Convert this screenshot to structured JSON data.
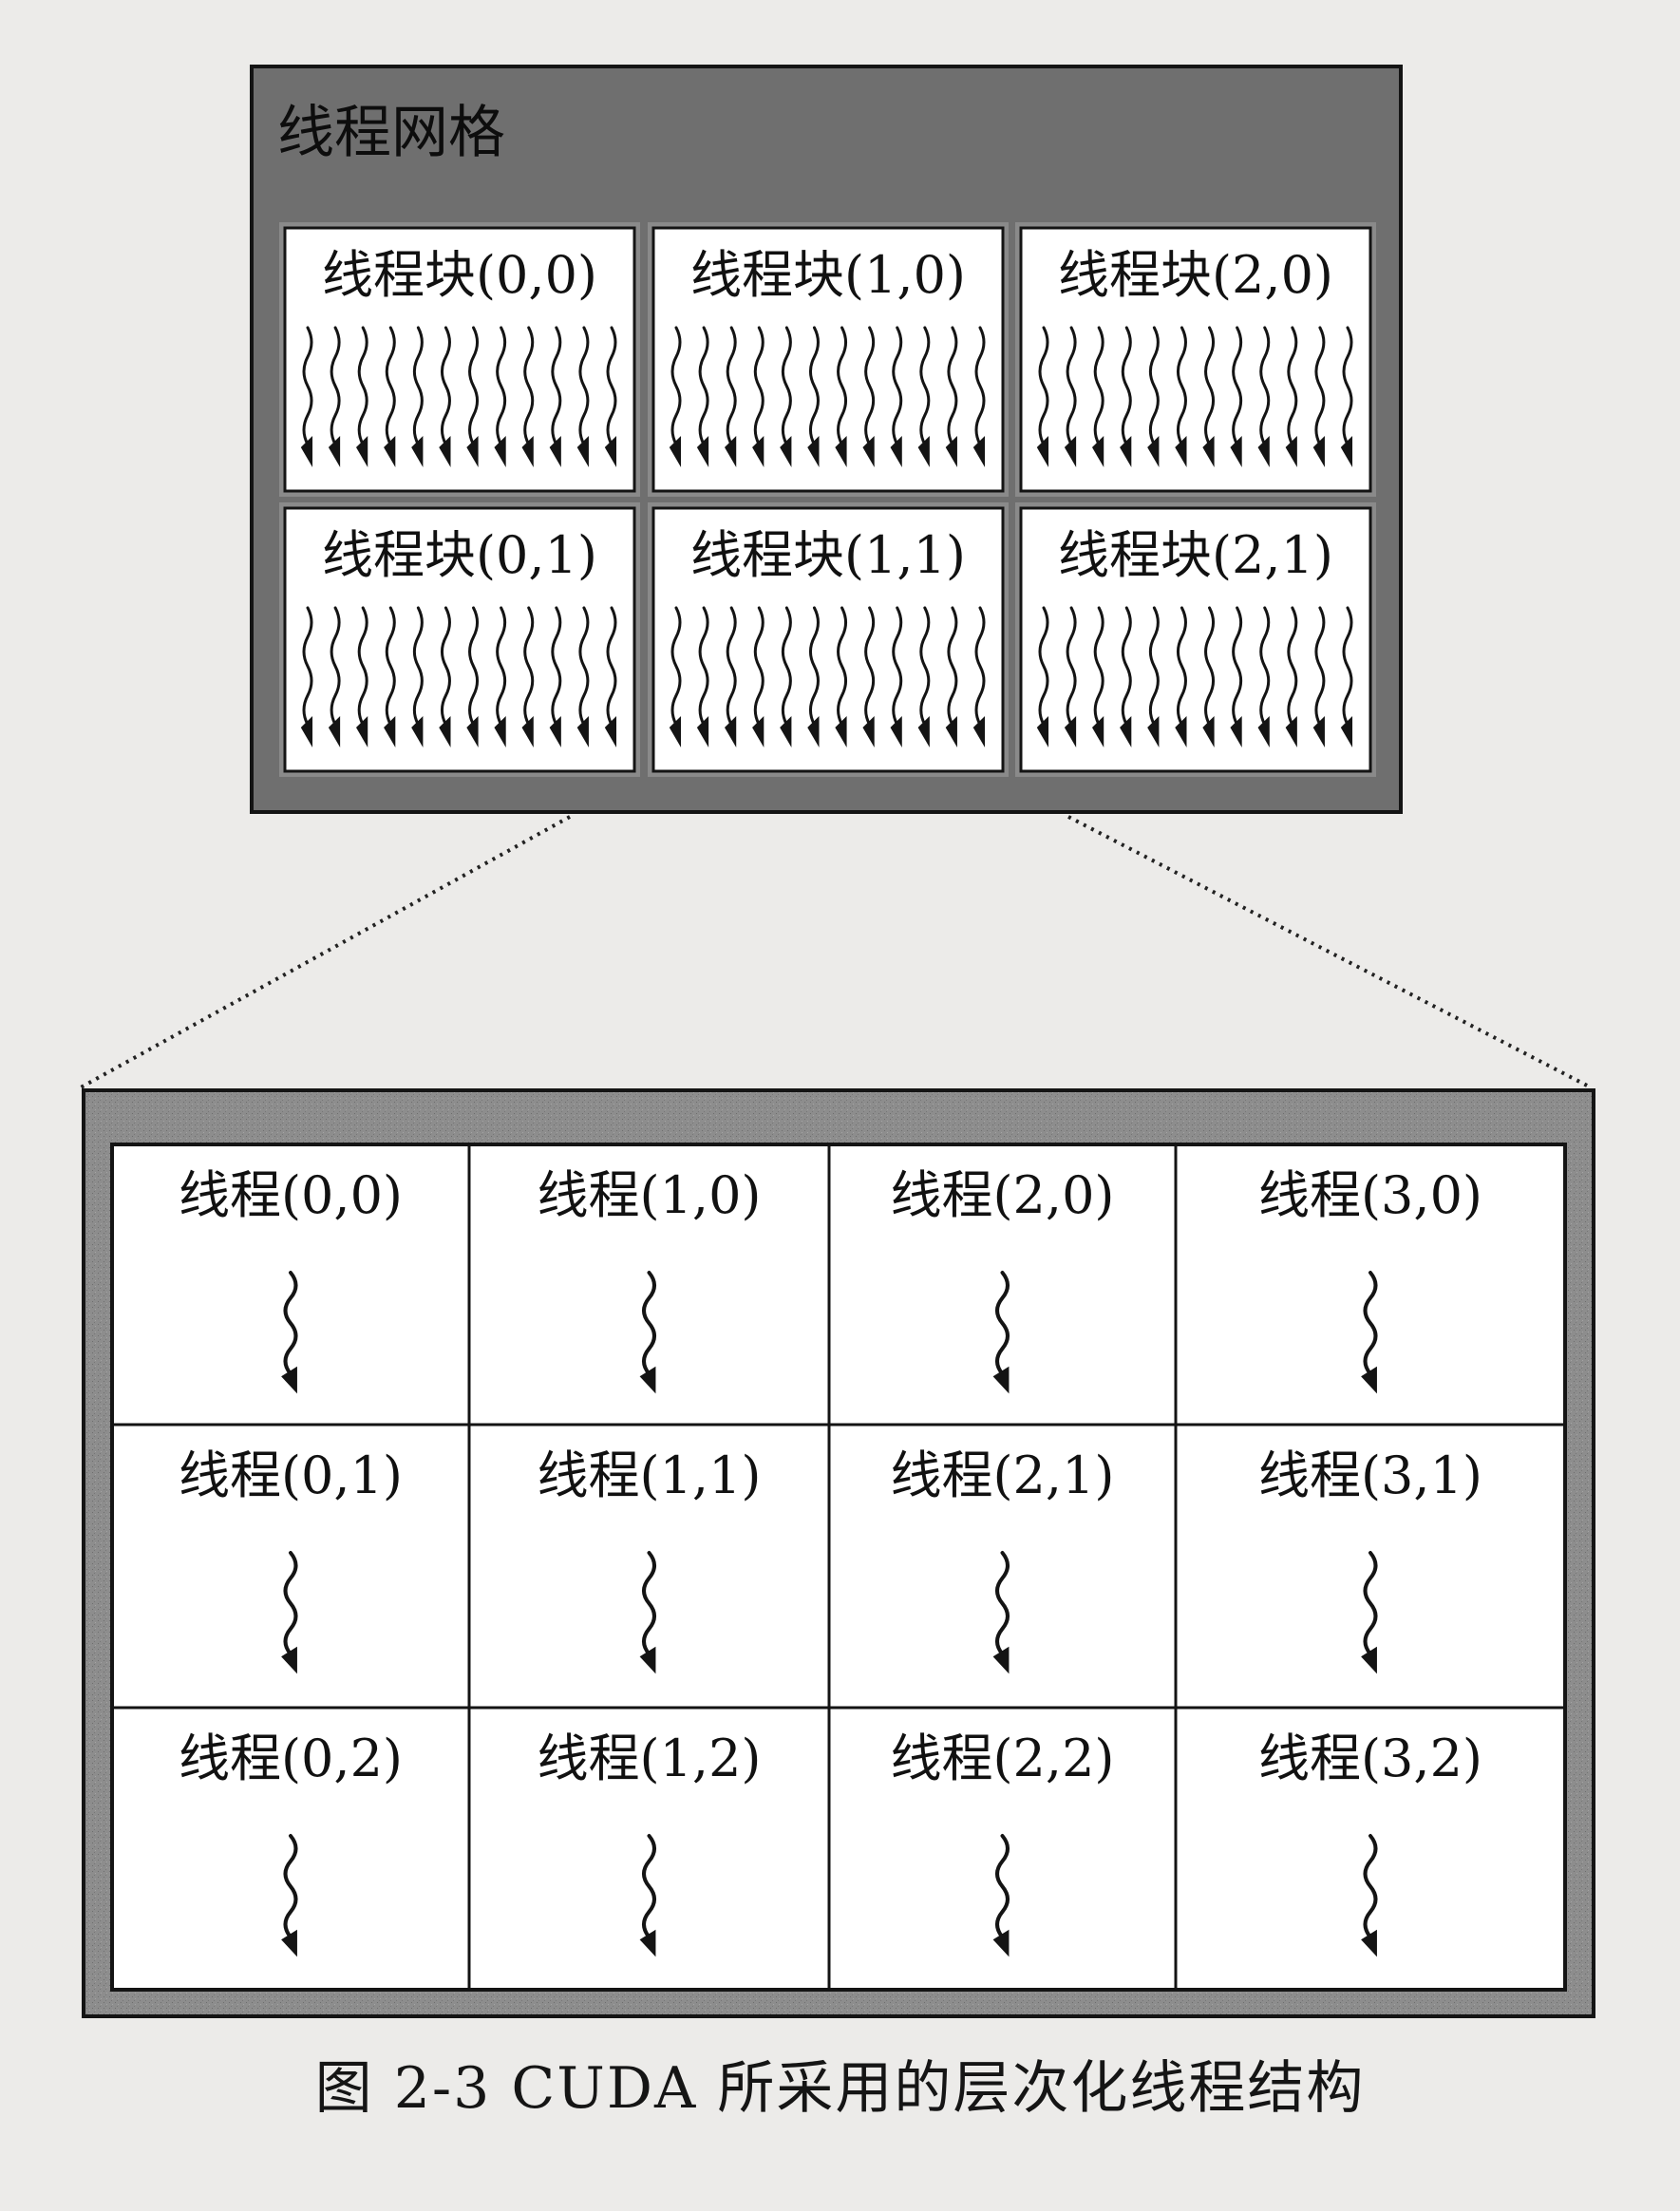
{
  "grid": {
    "title": "线程网格",
    "blocks": [
      [
        "线程块(0,0)",
        "线程块(1,0)",
        "线程块(2,0)"
      ],
      [
        "线程块(0,1)",
        "线程块(1,1)",
        "线程块(2,1)"
      ]
    ],
    "threads_per_block_drawn": 12
  },
  "block_detail": {
    "threads": [
      [
        "线程(0,0)",
        "线程(1,0)",
        "线程(2,0)",
        "线程(3,0)"
      ],
      [
        "线程(0,1)",
        "线程(1,1)",
        "线程(2,1)",
        "线程(3,1)"
      ],
      [
        "线程(0,2)",
        "线程(1,2)",
        "线程(2,2)",
        "线程(3,2)"
      ]
    ]
  },
  "caption": "图 2-3    CUDA 所采用的层次化线程结构",
  "colors": {
    "background": "#ecebe9",
    "grid_fill": "#6f6f6f",
    "block_border_fill": "#8a8a8a",
    "cell_fill": "#ffffff",
    "ink": "#141414"
  }
}
